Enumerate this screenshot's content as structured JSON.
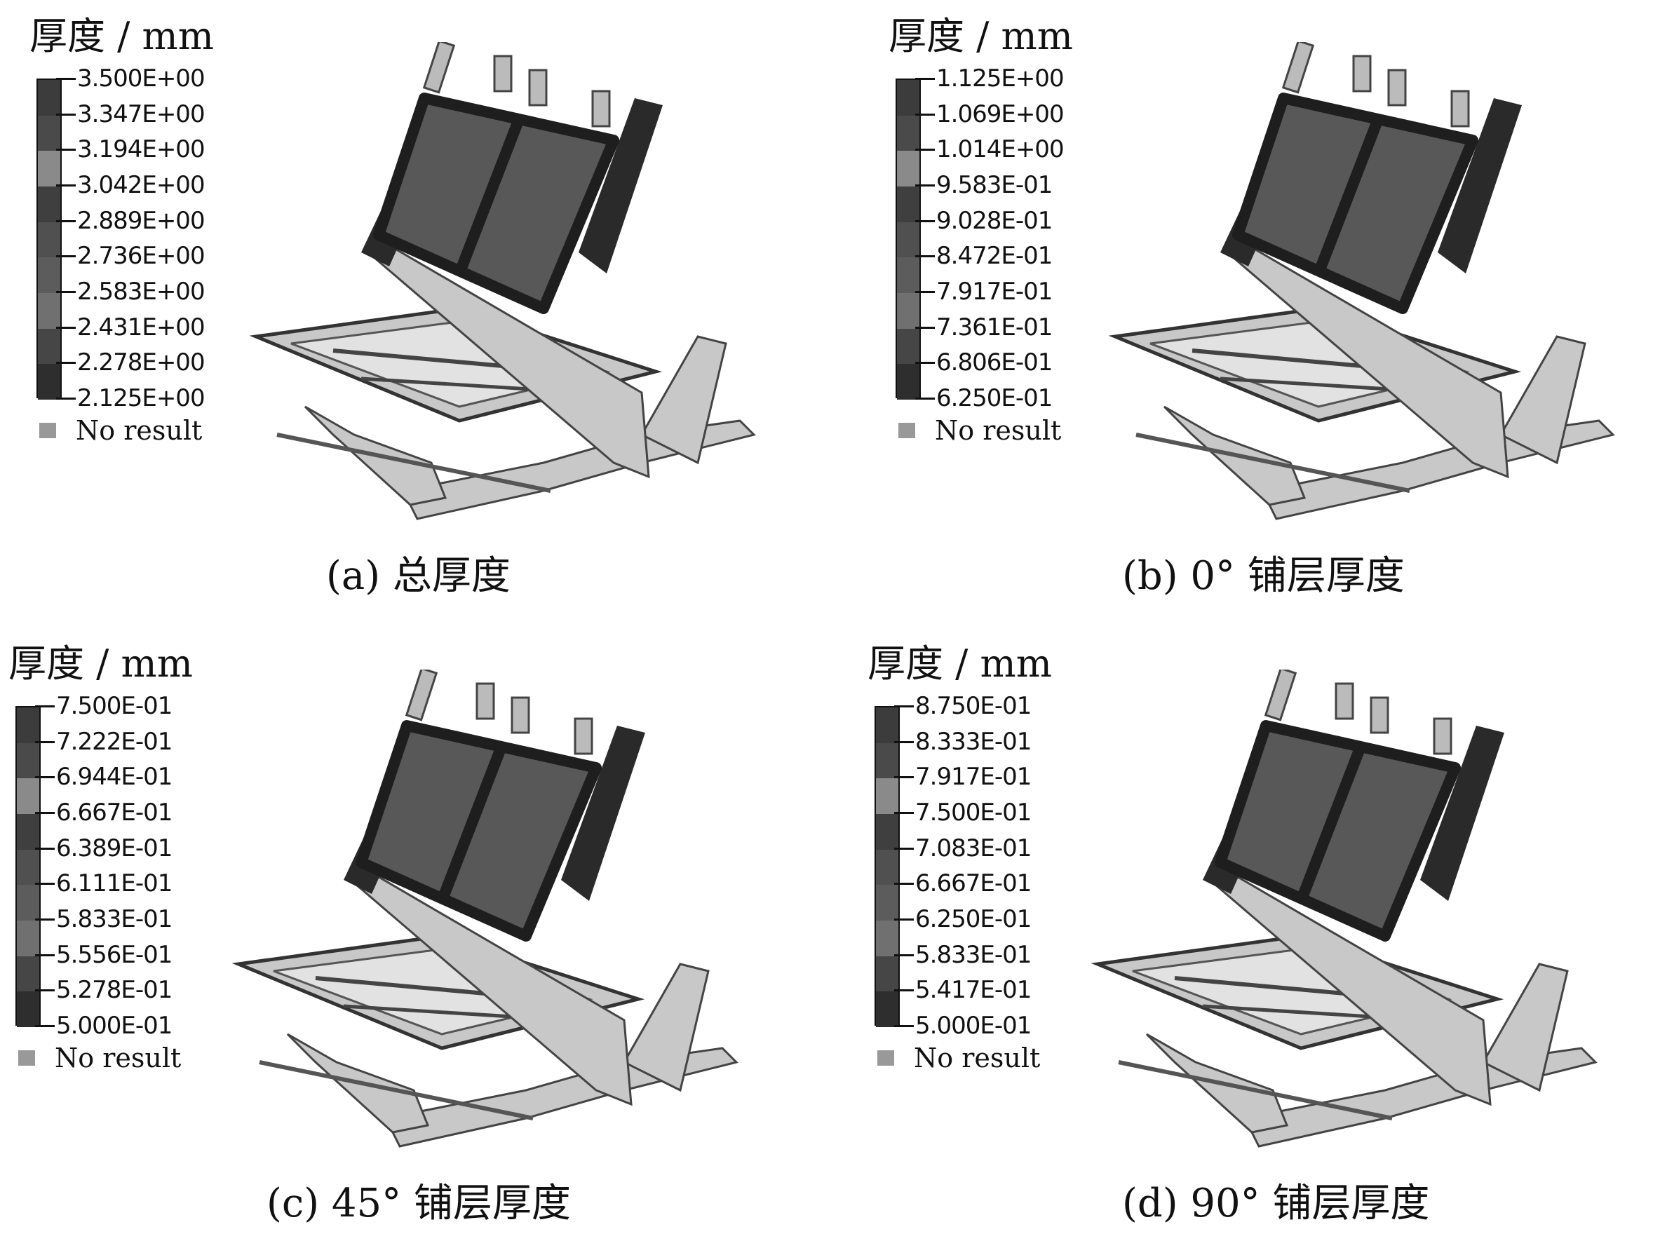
{
  "panels": [
    {
      "unit_label": "厚度 / mm",
      "ticks": [
        "3.500E+00",
        "3.347E+00",
        "3.194E+00",
        "3.042E+00",
        "2.889E+00",
        "2.736E+00",
        "2.583E+00",
        "2.431E+00",
        "2.278E+00",
        "2.125E+00"
      ],
      "no_result": "No result",
      "caption": "(a)  总厚度"
    },
    {
      "unit_label": "厚度 / mm",
      "ticks": [
        "1.125E+00",
        "1.069E+00",
        "1.014E+00",
        "9.583E-01",
        "9.028E-01",
        "8.472E-01",
        "7.917E-01",
        "7.361E-01",
        "6.806E-01",
        "6.250E-01"
      ],
      "no_result": "No result",
      "caption": "(b)   0°  铺层厚度"
    },
    {
      "unit_label": "厚度 / mm",
      "ticks": [
        "7.500E-01",
        "7.222E-01",
        "6.944E-01",
        "6.667E-01",
        "6.389E-01",
        "6.111E-01",
        "5.833E-01",
        "5.556E-01",
        "5.278E-01",
        "5.000E-01"
      ],
      "no_result": "No result",
      "caption": "(c)   45° 铺层厚度"
    },
    {
      "unit_label": "厚度 / mm",
      "ticks": [
        "8.750E-01",
        "8.333E-01",
        "7.917E-01",
        "7.500E-01",
        "7.083E-01",
        "6.667E-01",
        "6.250E-01",
        "5.833E-01",
        "5.417E-01",
        "5.000E-01"
      ],
      "no_result": "No result",
      "caption": "(d)   90° 铺层厚度"
    }
  ],
  "legend_colors": [
    "#3c3c3c",
    "#4a4a4a",
    "#8a8a8a",
    "#3f3f3f",
    "#505050",
    "#5c5c5c",
    "#707070",
    "#464646",
    "#2e2e2e"
  ],
  "colors": {
    "seat_panel": "#585858",
    "seat_frame": "#c8c8c8",
    "panel_border": "#1e1e1e",
    "no_result": "#999999"
  }
}
